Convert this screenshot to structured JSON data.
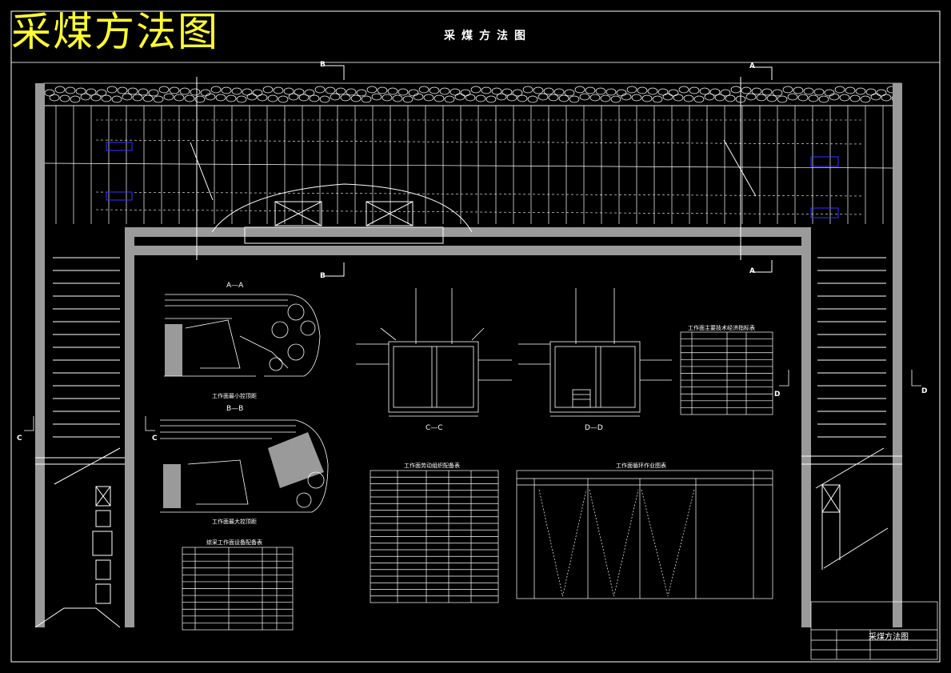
{
  "title_large": "采煤方法图",
  "title_center": "采煤方法图",
  "section_markers": {
    "b_top": "B",
    "a_top": "A",
    "b_bottom": "B",
    "a_bottom": "A",
    "c_left": "C",
    "c_right": "C",
    "d_left": "D",
    "d_right": "D"
  },
  "views": {
    "aa": "A—A",
    "bb": "B—B",
    "cc": "C—C",
    "dd": "D—D"
  },
  "captions": {
    "aa_caption": "工作面最小控顶距",
    "bb_caption": "工作面最大控顶距",
    "equipment_table": "综采工作面设备配备表",
    "resource_table": "工作面劳动组织配备表",
    "tech_table": "工作面主要技术经济指标表",
    "cycle_chart": "工作面循环作业图表"
  },
  "title_block": {
    "name": "采煤方法图"
  },
  "colors": {
    "background": "#000000",
    "line": "#ffffff",
    "fill_gray": "#9a9a9a",
    "title_yellow": "#ffff33",
    "accent_blue": "#3333ff"
  }
}
